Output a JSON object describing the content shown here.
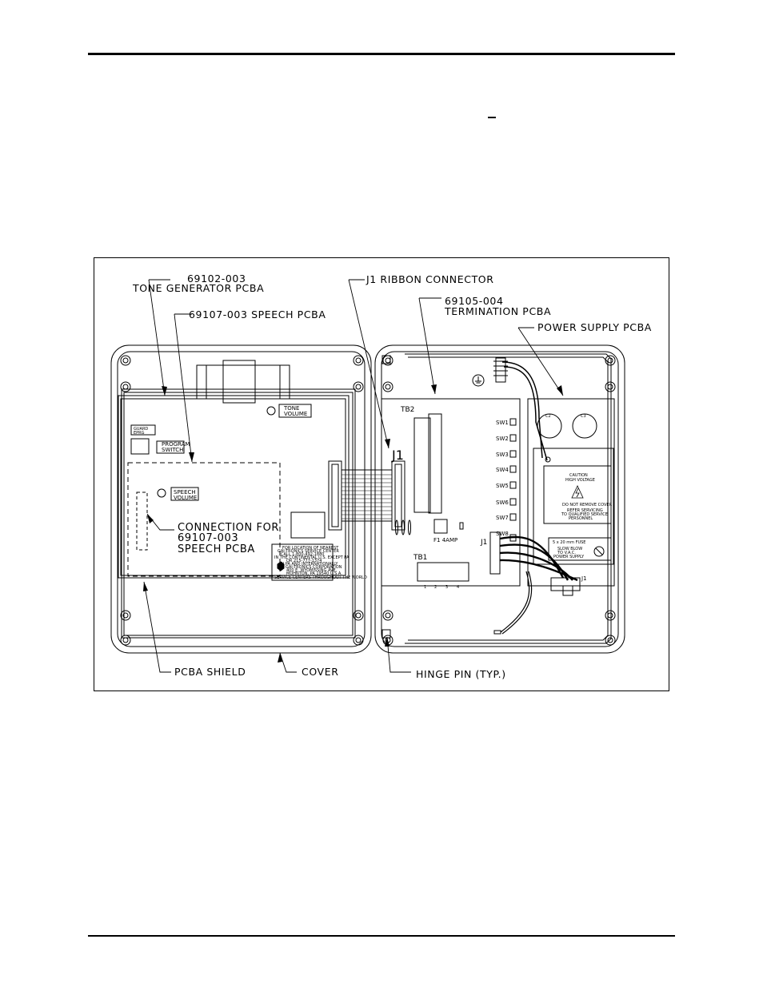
{
  "callouts": {
    "tone_gen": [
      "69102-003",
      "TONE GENERATOR PCBA"
    ],
    "speech": "69107-003 SPEECH PCBA",
    "j1_ribbon": "J1 RIBBON CONNECTOR",
    "termination": [
      "69105-004",
      "TERMINATION PCBA"
    ],
    "power_supply": "POWER SUPPLY PCBA",
    "pcba_shield": "PCBA SHIELD",
    "cover": "COVER",
    "hinge_pin": "HINGE PIN (TYP.)",
    "connection": [
      "CONNECTION FOR",
      "69107-003",
      "SPEECH PCBA"
    ]
  },
  "left_board": {
    "tone_volume": [
      "TONE",
      "VOLUME"
    ],
    "program_switch": [
      "PROGRAM",
      "SWITCH"
    ],
    "speech_volume": [
      "SPEECH",
      "VOLUME"
    ],
    "small_label": [
      "GUARD",
      "EPRG"
    ],
    "j1": "J1",
    "info_label": [
      "FOR LOCATION OF NEAREST",
      "GAI-TRONICS SERVICE CENTER",
      "CALL 1-800-492-1880",
      "IN THE CONTINENTAL U.S. EXCEPT PA",
      "OR 215-777-1374",
      "IN PA AND INTERNATIONALLY",
      "GAI-TRONICS CORPORATION",
      "400 E. WYOMISSING AVE.",
      "MOHNTON, PA 19540 U.S.A.",
      "SERVICE CENTERS THROUGHOUT THE WORLD"
    ]
  },
  "right_board": {
    "tb2": "TB2",
    "tb1": "TB1",
    "tb1_terminals": [
      "1",
      "2",
      "3",
      "4"
    ],
    "switches": [
      "SW1",
      "SW2",
      "SW3",
      "SW4",
      "SW5",
      "SW6",
      "SW7",
      "SW8"
    ],
    "fuse": "F1  4AMP",
    "j1": "J1",
    "c2": "C2",
    "c3": "C3",
    "caution": [
      "CAUTION",
      "HIGH VOLTAGE",
      "DO NOT REMOVE COVER",
      "REFER SERVICING",
      "TO QUALIFIED SERVICE",
      "PERSONNEL"
    ],
    "fuse_label": [
      "5 x 20 mm FUSE",
      "SLOW BLOW",
      "TO V.A.C.",
      "POWER SUPPLY"
    ],
    "ps_j1": "J1"
  }
}
